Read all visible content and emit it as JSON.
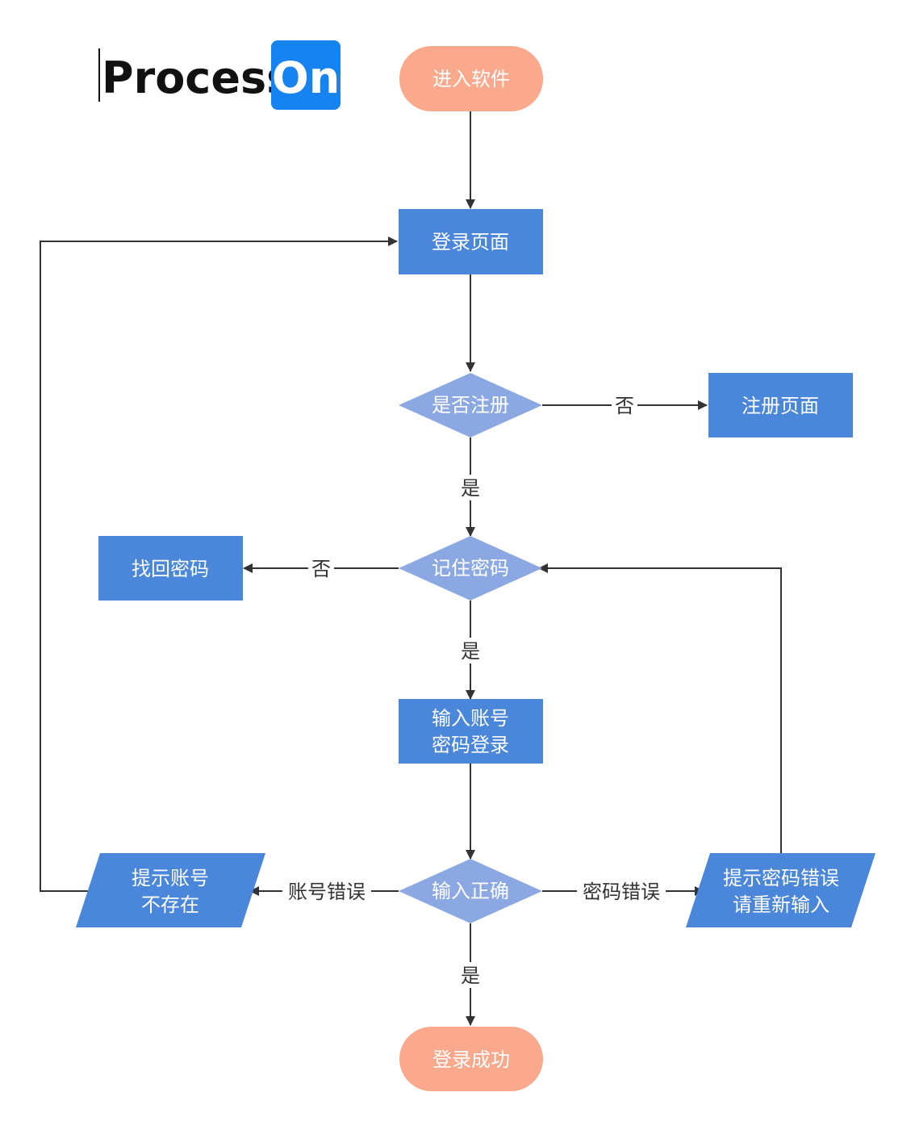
{
  "logo": {
    "part1": "Process",
    "part2": "On",
    "accent": "#1683F0"
  },
  "colors": {
    "terminal": "#FBA98C",
    "process": "#4A86D9",
    "decision": "#8CA8E3",
    "edge": "#333333"
  },
  "nodes": {
    "enter_app": "进入软件",
    "login_page": "登录页面",
    "is_registered": "是否注册",
    "register_page": "注册页面",
    "remember_pw": "记住密码",
    "recover_pw": "找回密码",
    "input_creds": [
      "输入账号",
      "密码登录"
    ],
    "input_correct": "输入正确",
    "no_account": [
      "提示账号",
      "不存在"
    ],
    "wrong_pw": [
      "提示密码错误",
      "请重新输入"
    ],
    "login_success": "登录成功"
  },
  "edge_labels": {
    "not_registered": "否",
    "registered": "是",
    "not_remembered": "否",
    "remembered": "是",
    "account_error": "账号错误",
    "password_error": "密码错误",
    "correct": "是"
  }
}
